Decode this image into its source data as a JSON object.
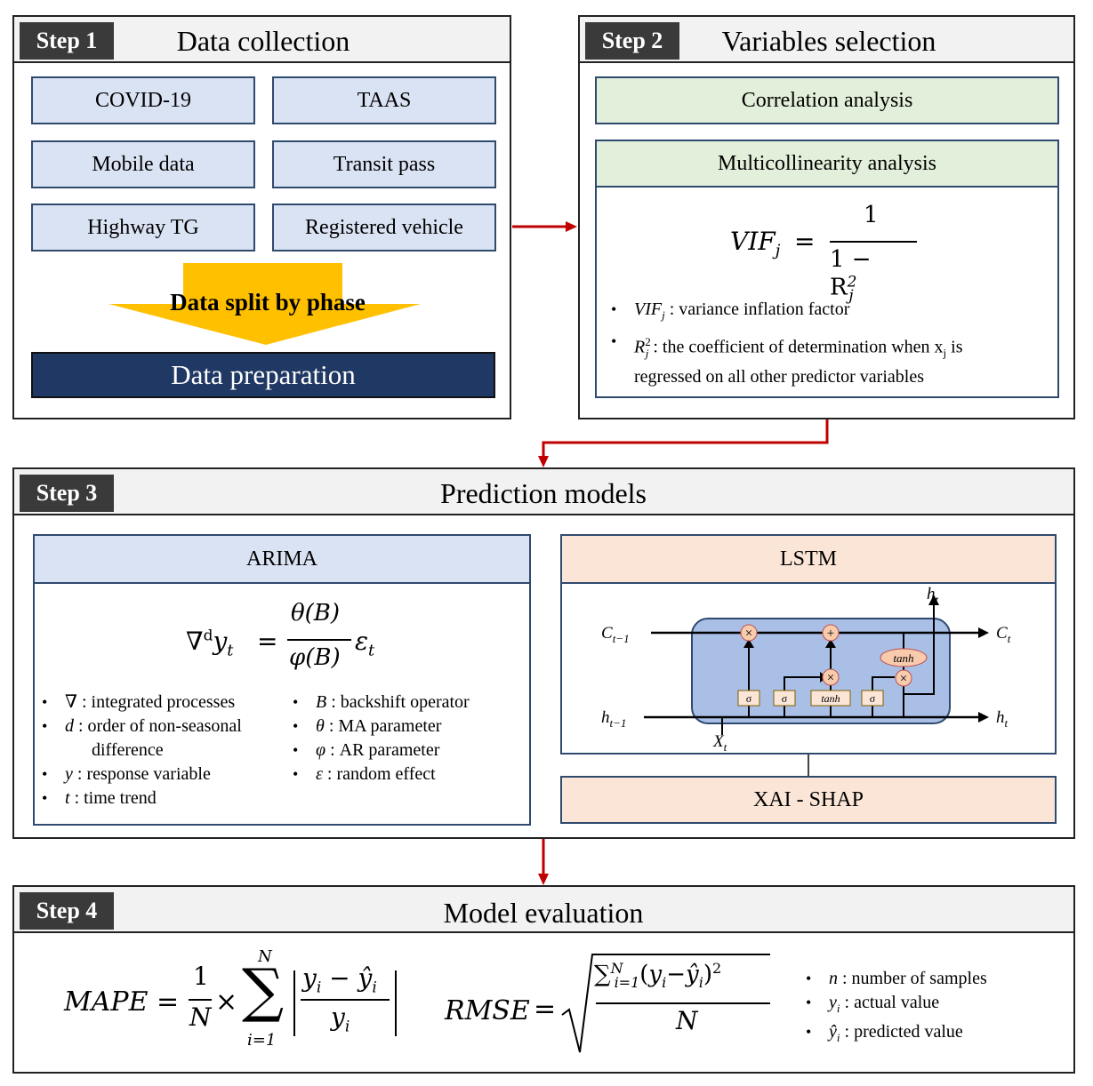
{
  "step1": {
    "badge": "Step 1",
    "title": "Data collection",
    "sources": [
      "COVID-19",
      "TAAS",
      "Mobile data",
      "Transit pass",
      "Highway TG",
      "Registered vehicle"
    ],
    "split_label": "Data split by phase",
    "preparation_label": "Data preparation"
  },
  "step2": {
    "badge": "Step 2",
    "title": "Variables selection",
    "correlation_label": "Correlation analysis",
    "multicollinearity_label": "Multicollinearity analysis",
    "formula": {
      "lhs": "VIF",
      "lhs_sub": "j",
      "eq": "=",
      "numerator": "1",
      "denominator": "1 − R",
      "den_sup": "2",
      "den_sub": "j"
    },
    "bullets": [
      {
        "symbol": "VIF",
        "symbol_sub": "j",
        "text": " : variance inflation factor"
      },
      {
        "symbol": "R",
        "symbol_sup": "2",
        "symbol_sub": "j",
        "text": " : the coefficient of determination when x",
        "text_sub": "j",
        "text_end": " is",
        "text_line2": "regressed on all other predictor variables"
      }
    ]
  },
  "step3": {
    "badge": "Step 3",
    "title": "Prediction models",
    "arima": {
      "label": "ARIMA",
      "formula": {
        "nabla": "∇",
        "d": "d",
        "y": "y",
        "t": "t",
        "eq": "=",
        "numerator": "θ(B)",
        "denominator": "φ(B)",
        "eps": "ε",
        "eps_sub": "t"
      },
      "bullets_left": [
        {
          "symbol": "∇",
          "text": " : integrated processes"
        },
        {
          "symbol": "d",
          "text": " : order of non-seasonal",
          "text2": "difference"
        },
        {
          "symbol": "y",
          "text": " : response variable"
        },
        {
          "symbol": "t",
          "text": " : time trend"
        }
      ],
      "bullets_right": [
        {
          "symbol": "B",
          "text": " : backshift operator"
        },
        {
          "symbol": "θ",
          "text": " : MA parameter"
        },
        {
          "symbol": "φ",
          "text": " : AR parameter"
        },
        {
          "symbol": "ε",
          "text": " : random effect"
        }
      ]
    },
    "lstm": {
      "label": "LSTM",
      "c_prev": "C",
      "c_prev_sub": "t−1",
      "c_next": "C",
      "c_next_sub": "t",
      "h_prev": "h",
      "h_prev_sub": "t−1",
      "h_next": "h",
      "h_next_sub": "t",
      "h_top": "h",
      "h_top_sub": "t",
      "x_in": "X",
      "x_in_sub": "t",
      "gates": [
        "σ",
        "σ",
        "tanh",
        "σ"
      ],
      "ops": [
        "×",
        "+",
        "×",
        "×"
      ],
      "tanh_label": "tanh"
    },
    "xai_label": "XAI - SHAP"
  },
  "step4": {
    "badge": "Step 4",
    "title": "Model evaluation",
    "mape": {
      "lhs": "MAPE",
      "eq": "=",
      "one": "1",
      "N": "N",
      "times": "×",
      "sum": "∑",
      "sum_top": "N",
      "sum_bottom": "i=1",
      "num": "y",
      "num_sub": "i",
      "minus": "−",
      "hat": "ŷ",
      "hat_sub": "i",
      "den": "y",
      "den_sub": "i"
    },
    "rmse": {
      "lhs": "RMSE",
      "eq": "=",
      "sum": "∑",
      "sum_sup": "N",
      "sum_sub": "i=1",
      "y": "y",
      "y_sub": "i",
      "minus": "−",
      "hat": "ŷ",
      "hat_sub": "i",
      "sq": "2",
      "N": "N"
    },
    "bullets": [
      {
        "symbol": "n",
        "text": " : number of samples"
      },
      {
        "symbol": "y",
        "symbol_sub": "i",
        "text": " : actual value"
      },
      {
        "symbol": "ŷ",
        "symbol_sub": "i",
        "text": " : predicted value"
      }
    ]
  },
  "colors": {
    "arrow": "#c00000",
    "dark_navy": "#1f3864",
    "arrow_yellow": "#ffc000",
    "lstm_cell": "#a9bfe6",
    "gate_fill": "#fbe5d6",
    "op_fill": "#f8cbad"
  }
}
